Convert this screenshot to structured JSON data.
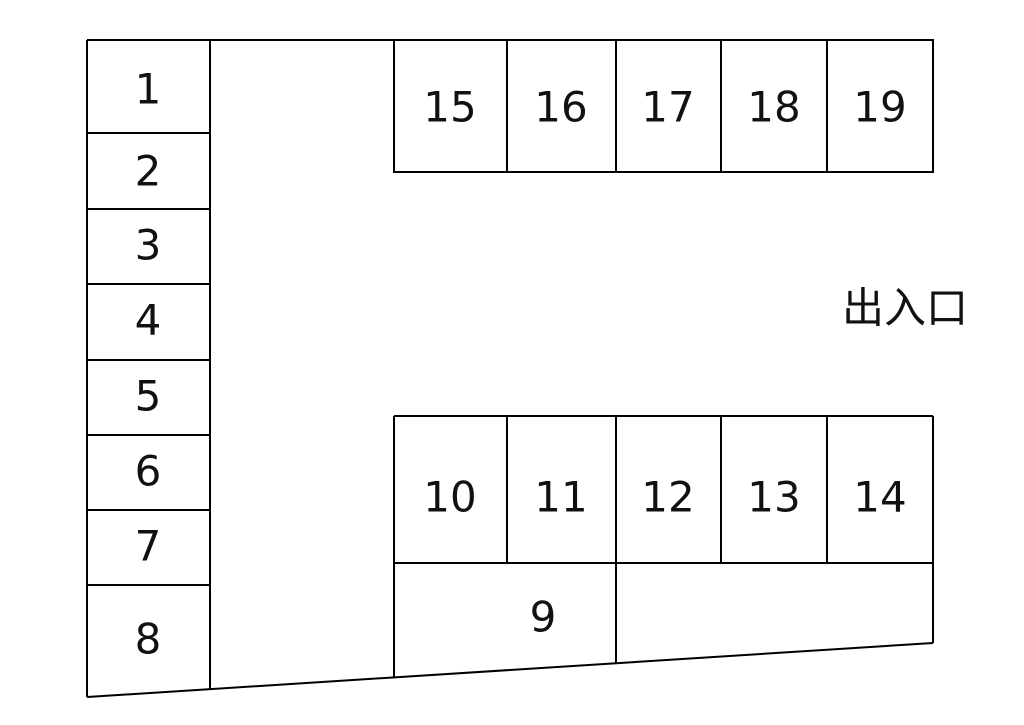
{
  "spaces": {
    "s1": "1",
    "s2": "2",
    "s3": "3",
    "s4": "4",
    "s5": "5",
    "s6": "6",
    "s7": "7",
    "s8": "8",
    "s9": "9",
    "s10": "10",
    "s11": "11",
    "s12": "12",
    "s13": "13",
    "s14": "14",
    "s15": "15",
    "s16": "16",
    "s17": "17",
    "s18": "18",
    "s19": "19"
  },
  "entrance": {
    "label": "出入口"
  }
}
